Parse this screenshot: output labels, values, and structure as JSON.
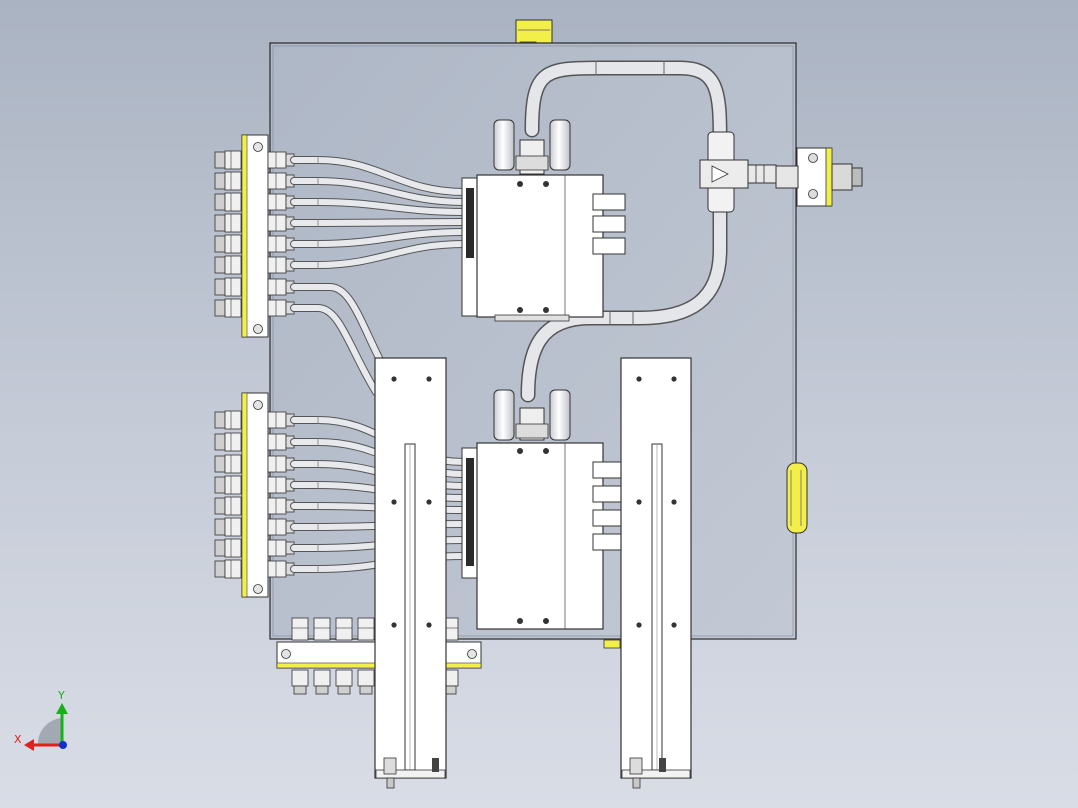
{
  "triad": {
    "x_label": "X",
    "y_label": "Y",
    "colors": {
      "x": "#e0201c",
      "y": "#18b018",
      "z": "#1030d0"
    }
  },
  "colors": {
    "background_top": "#aab3c2",
    "background_bottom": "#d9dde6",
    "enclosure": "#b7bfcc",
    "part_white": "#ffffff",
    "tube": "#e4e6ea",
    "highlight_yellow": "#f3ef4a",
    "outline": "#3a3a3a"
  },
  "parts": {
    "enclosure_plate": "enclosure-plate",
    "top_manifold": "solenoid-manifold-top",
    "bottom_manifold": "solenoid-manifold-bottom",
    "left_bar_top": "connector-bar-upper",
    "left_bar_bottom": "connector-bar-lower",
    "bottom_bar": "connector-bar-bottom",
    "rail_left": "mount-rail-left",
    "rail_right": "mount-rail-right",
    "inlet_fitting": "air-inlet-fitting",
    "tee_fitting": "tee-fitting",
    "side_grommet": "cable-grommet"
  }
}
